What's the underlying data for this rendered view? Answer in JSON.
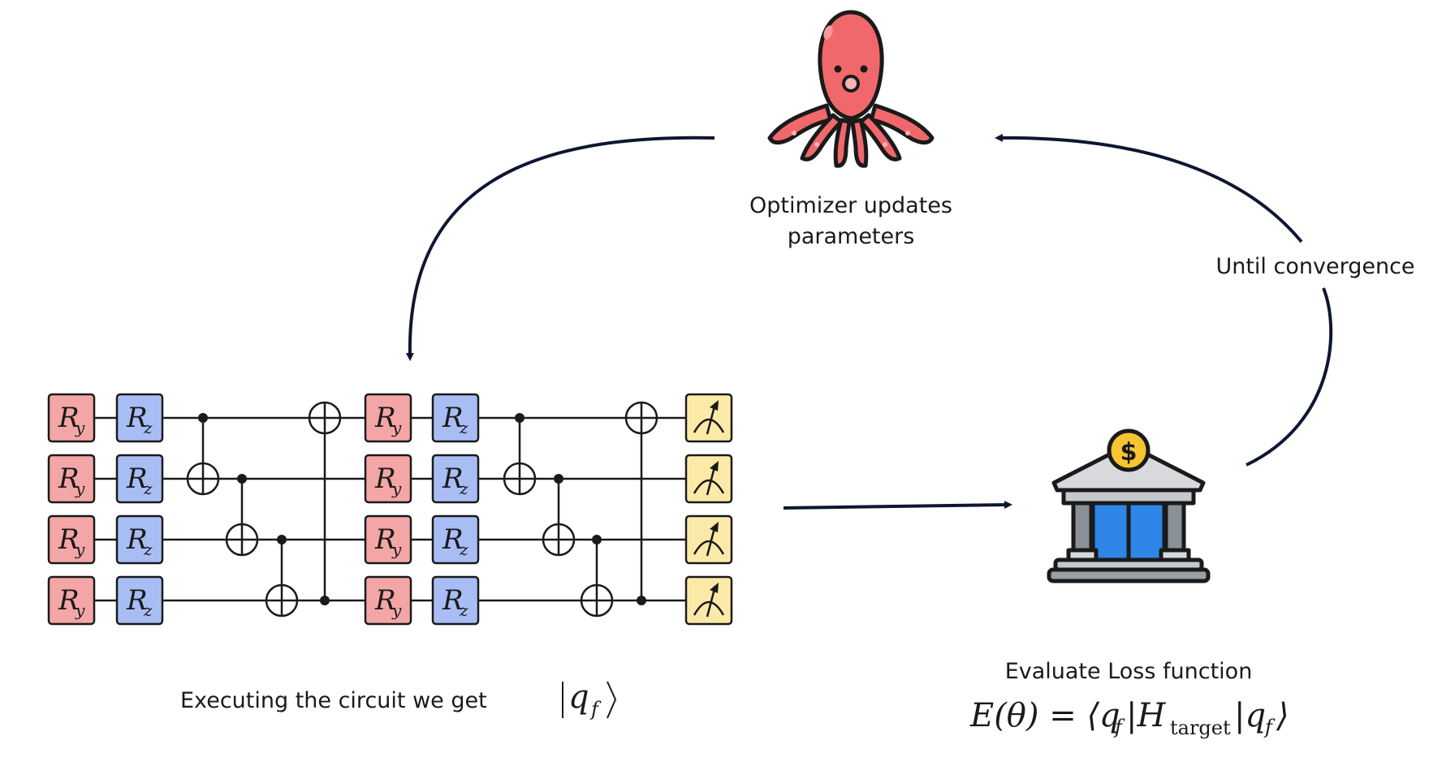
{
  "labels": {
    "optimizer_line1": "Optimizer updates",
    "optimizer_line2": "parameters",
    "until_convergence": "Until convergence",
    "executing": "Executing the circuit we get",
    "evaluate": "Evaluate Loss function"
  },
  "math": {
    "state_q": "q",
    "state_sub": "f",
    "loss_lhs": "E(θ) = ⟨q",
    "loss_sub1": "f",
    "loss_H": "|H",
    "loss_target": "target",
    "loss_q2": "|q",
    "loss_sub2": "f",
    "loss_close": "⟩"
  },
  "gates": {
    "ry_base": "R",
    "ry_sub": "y",
    "rz_base": "R",
    "rz_sub": "z"
  },
  "colors": {
    "ry_fill": "#f4a6a6",
    "rz_fill": "#a9bdf5",
    "measure_fill": "#fbeaa7",
    "arrow": "#0f1633",
    "octopus": "#f0686b",
    "bank_roof": "#d7d9dd",
    "bank_door": "#2e86e6",
    "coin": "#f7c531"
  },
  "icons": [
    "octopus-icon",
    "bank-icon",
    "dollar-coin-icon",
    "measurement-icon"
  ]
}
